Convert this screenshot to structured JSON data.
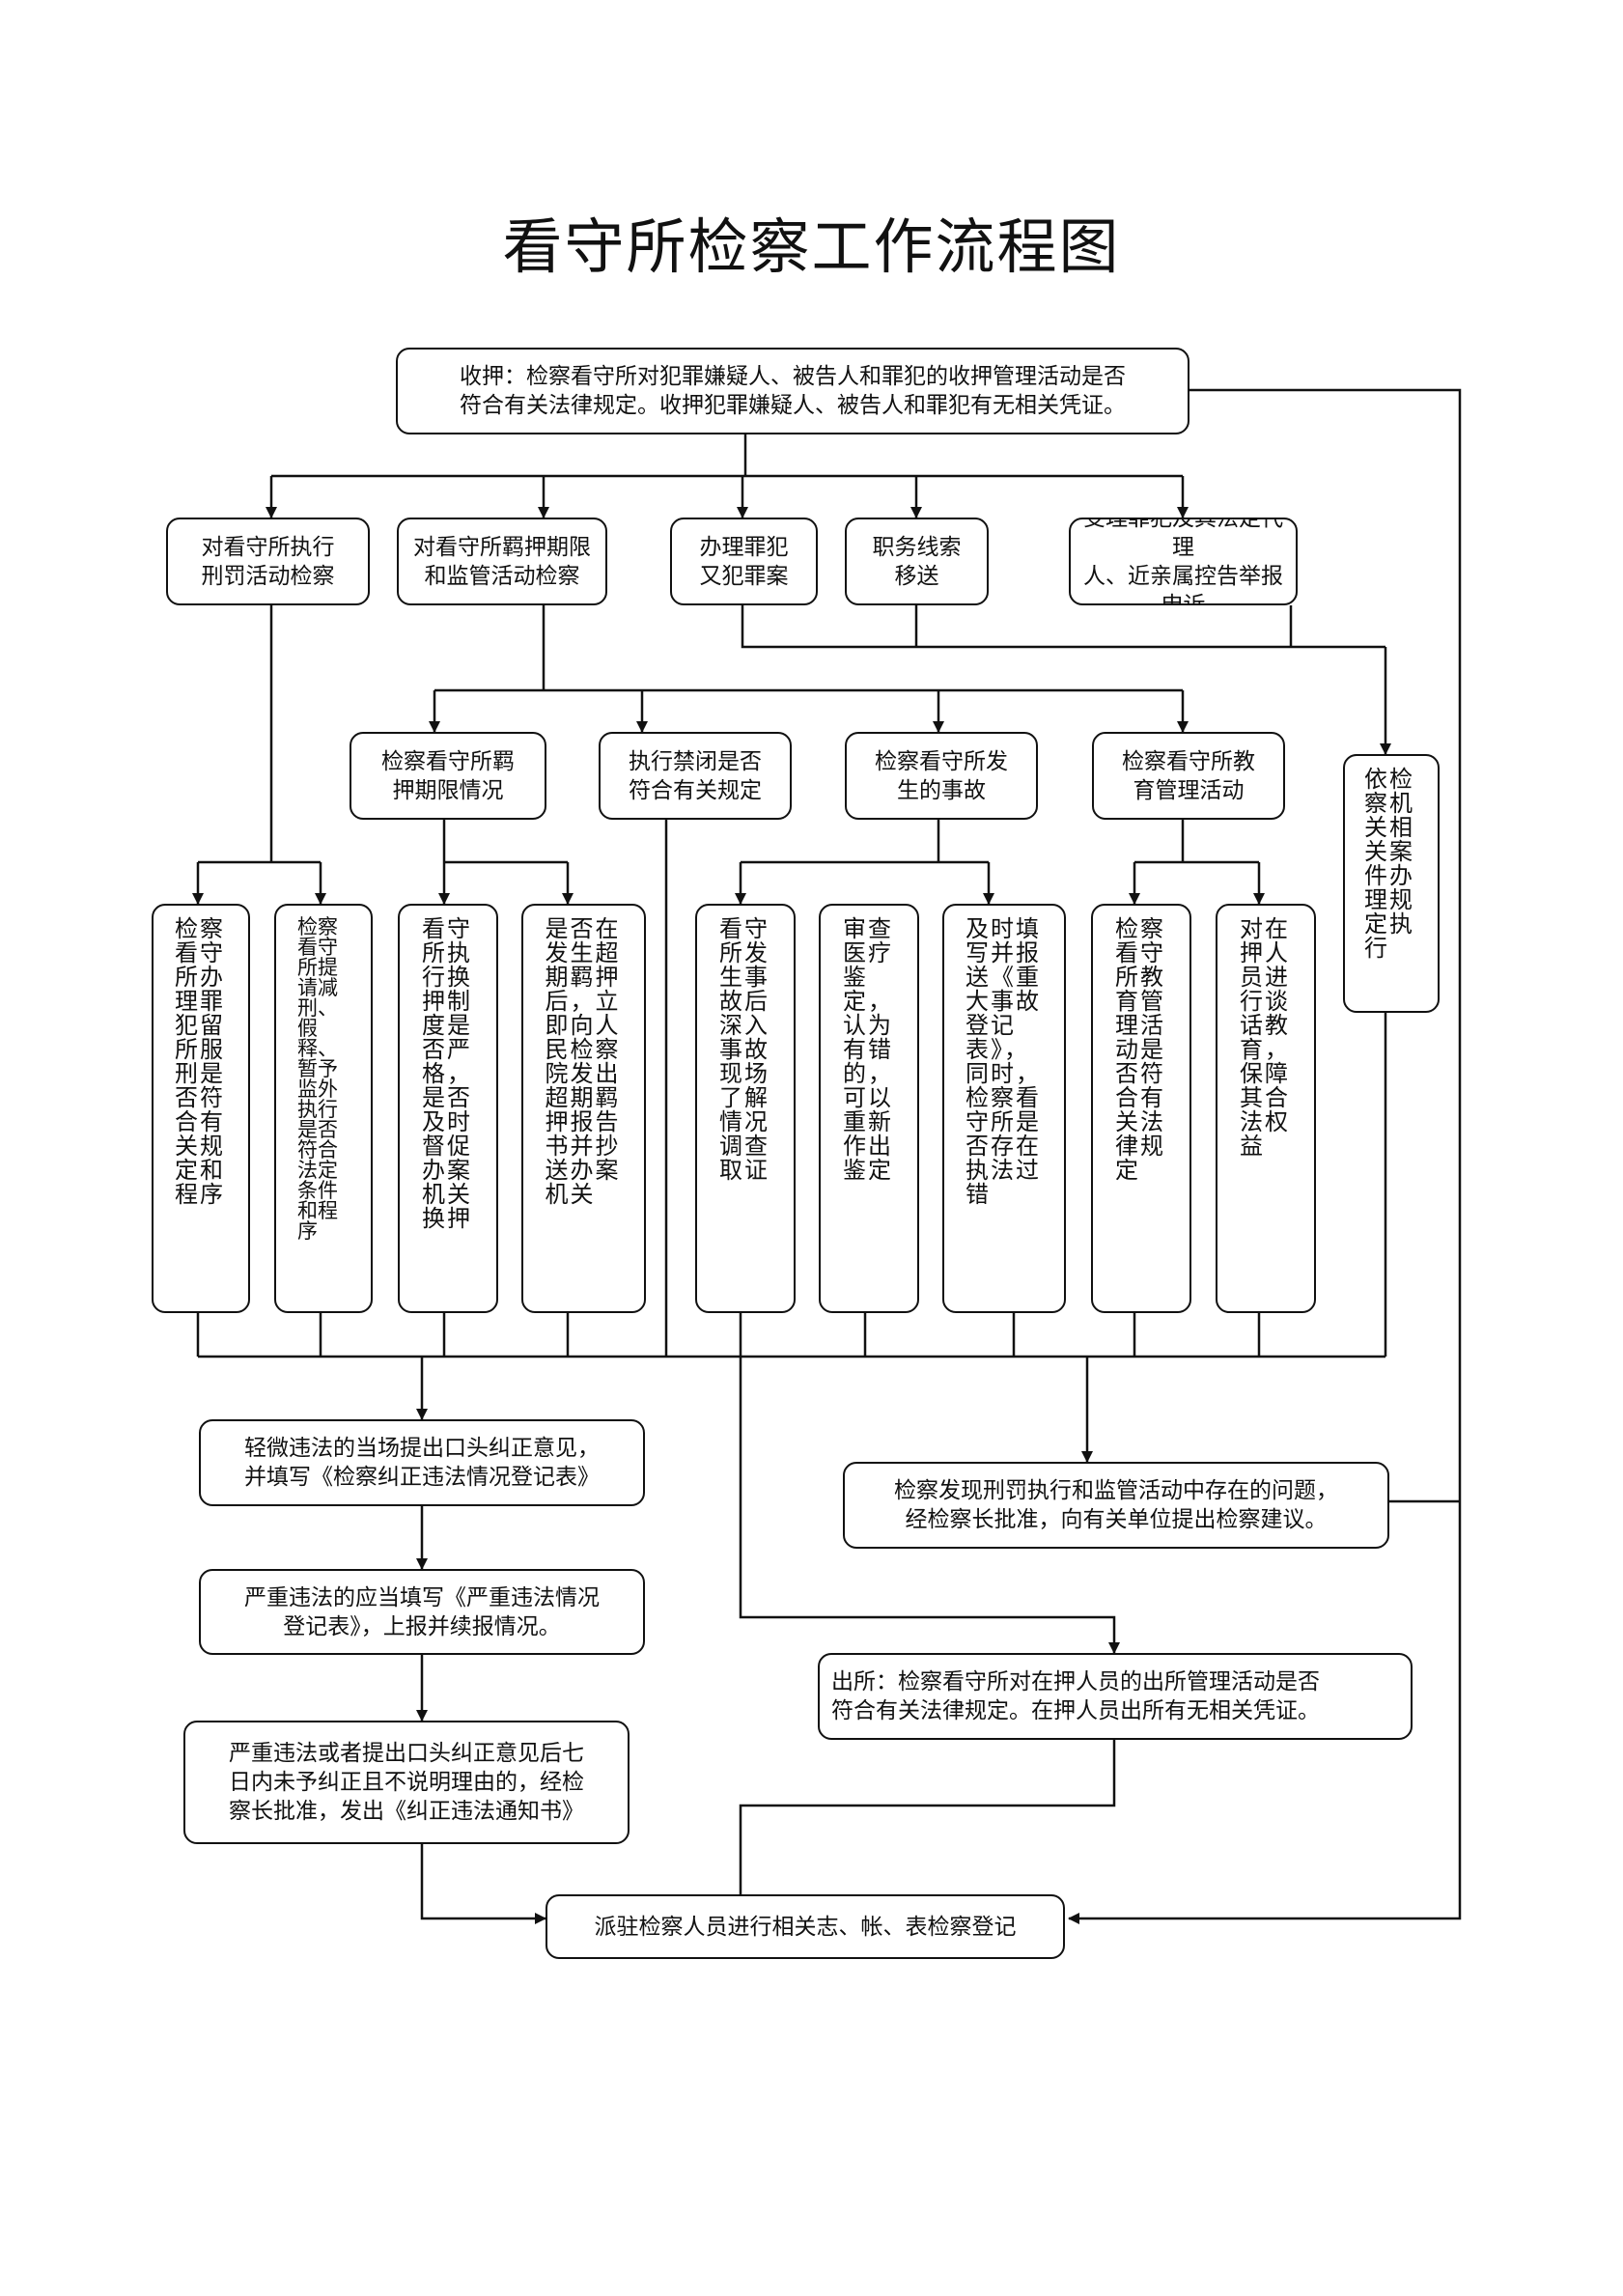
{
  "title": "看守所检察工作流程图",
  "nodes": {
    "intake": "收押：检察看守所对犯罪嫌疑人、被告人和罪犯的收押管理活动是否\n符合有关法律规定。收押犯罪嫌疑人、被告人和罪犯有无相关凭证。",
    "penalty_supervision": "对看守所执行\n刑罚活动检察",
    "detention_supervision": "对看守所羁押期限\n和监管活动检察",
    "reoffense_cases": "办理罪犯\n又犯罪案",
    "clue_transfer": "职务线索\n移送",
    "complaints": "受理罪犯及其法定代理\n人、近亲属控告举报申诉",
    "detention_term_check": "检察看守所羁\n押期限情况",
    "confinement_check": "执行禁闭是否\n符合有关规定",
    "incident_check": "检察看守所发\n生的事故",
    "education_check": "检察看守所教\n育管理活动",
    "related_cases": "依检察机关相关案件办理规定执行",
    "col1": "检察看守所办理罪犯留所服刑是否符合有关规定和程序",
    "col2": "检察看守所提请减刑、假释、暂予监外执行是否符合法定条件和程序",
    "col3": "看守所执行换押制度是否严格，是否及时督促办案机关换押",
    "col4": "是否在发生超期羁押后，立即向人民检察院发出超期羁押报告书并抄送办案机关",
    "col5": "看守所发生事故后深入事故现场了解情况调查取证",
    "col6": "审查医疗鉴定，认为有错的，可以重新作出鉴定",
    "col7": "及时填写并报送《重大事故登记表》，同时，检察看守所是否存在执法过错",
    "col8": "检察看守所教育管理活动是否符合有关法律规定",
    "col9": "对在押人员进行谈话教育，保障其合法权益",
    "minor_violation": "轻微违法的当场提出口头纠正意见，\n并填写《检察纠正违法情况登记表》",
    "serious_violation": "严重违法的应当填写《严重违法情况\n登记表》，上报并续报情况。",
    "correction_notice": "严重违法或者提出口头纠正意见后七\n日内未予纠正且不说明理由的，经检\n察长批准，发出《纠正违法通知书》",
    "procuratorial_suggestion": "检察发现刑罚执行和监管活动中存在的问题，\n经检察长批准，向有关单位提出检察建议。",
    "release": "出所：检察看守所对在押人员的出所管理活动是否\n符合有关法律规定。在押人员出所有无相关凭证。",
    "registration": "派驻检察人员进行相关志、帐、表检察登记"
  }
}
